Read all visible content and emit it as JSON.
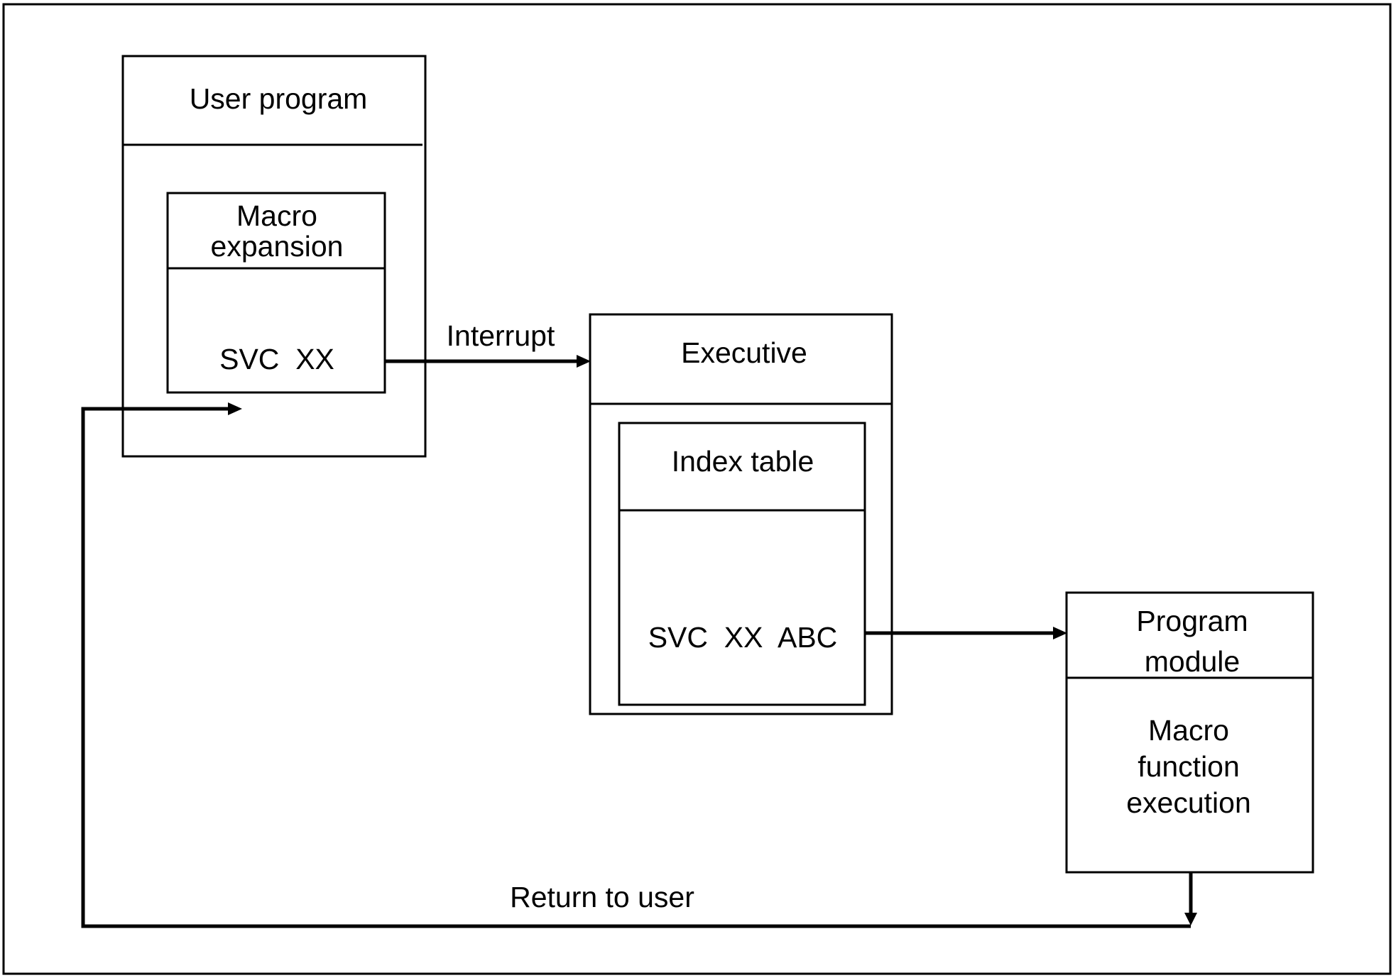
{
  "user_program": {
    "title": "User program",
    "macro_expansion": {
      "title_line1": "Macro",
      "title_line2": "expansion",
      "instruction": "SVC  XX"
    }
  },
  "interrupt_label": "Interrupt",
  "executive": {
    "title": "Executive",
    "index_table": {
      "title": "Index table",
      "entry": "SVC  XX  ABC"
    }
  },
  "program_module": {
    "title_line1": "Program",
    "title_line2": "module",
    "body_line1": "Macro",
    "body_line2": "function",
    "body_line3": "execution"
  },
  "return_label": "Return to user",
  "colors": {
    "line": "#000000",
    "background": "#ffffff"
  }
}
